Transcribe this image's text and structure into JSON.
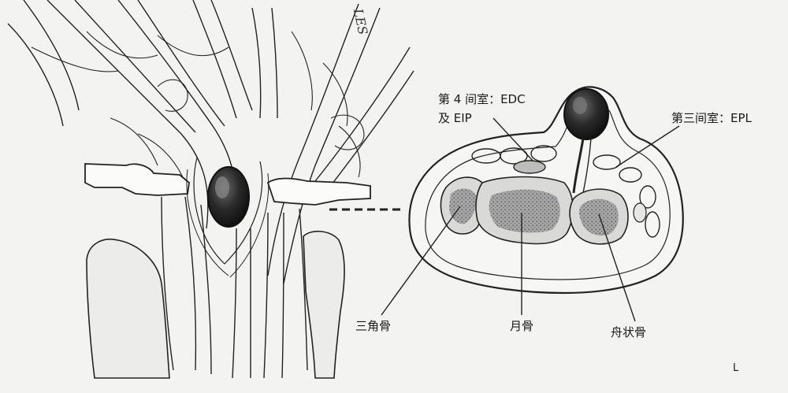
{
  "labels": {
    "compartment4_line1": "第 4 间室：EDC",
    "compartment4_line2": "及 EIP",
    "compartment3": "第三间室：EPL",
    "triquetrum": "三角骨",
    "lunate": "月骨",
    "scaphoid": "舟状骨",
    "corner_mark": "L",
    "signature": "LES"
  },
  "colors": {
    "background": "#f3f3f1",
    "ink": "#1a1a1a",
    "bone_stipple": "#8c8c8c",
    "cyst_fill": "#2a2a2a"
  }
}
